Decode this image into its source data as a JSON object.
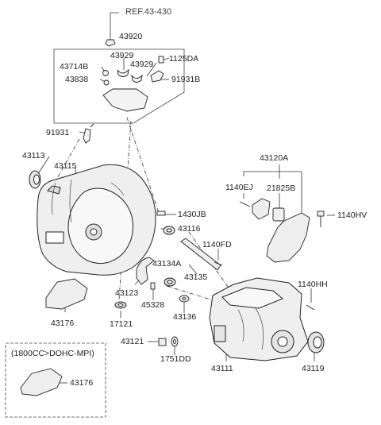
{
  "reference": "REF.43-430",
  "variant_note": "(1800CC>DOHC-MPI)",
  "parts": {
    "p43920": "43920",
    "p43929a": "43929",
    "p43929b": "43929",
    "p1125DA": "1125DA",
    "p43714B": "43714B",
    "p43838": "43838",
    "p91931B": "91931B",
    "p91931": "91931",
    "p43113": "43113",
    "p43115": "43115",
    "p43120A": "43120A",
    "p1140EJ": "1140EJ",
    "p21825B": "21825B",
    "p1430JB": "1430JB",
    "p1140HV": "1140HV",
    "p43116": "43116",
    "p1140FD": "1140FD",
    "p43134A": "43134A",
    "p43135": "43135",
    "p43123": "43123",
    "p45328": "45328",
    "p1140HH": "1140HH",
    "p43176a": "43176",
    "p17121": "17121",
    "p43136": "43136",
    "p43121": "43121",
    "p1751DD": "1751DD",
    "p43111": "43111",
    "p43119": "43119",
    "p43176b": "43176"
  }
}
